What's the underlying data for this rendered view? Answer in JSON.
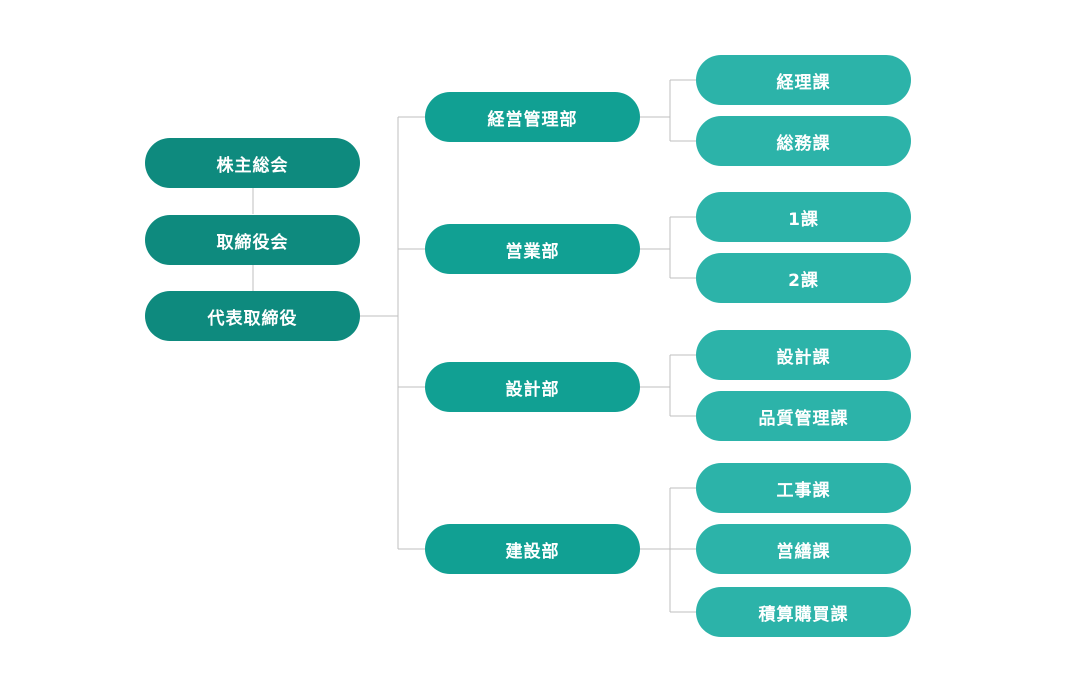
{
  "colors": {
    "executive": "#0e8a7e",
    "department": "#11a093",
    "section": "#2cb3a9",
    "connector": "#bfbfbf"
  },
  "executive": [
    "株主総会",
    "取締役会",
    "代表取締役"
  ],
  "departments": [
    {
      "name": "経営管理部",
      "sections": [
        "経理課",
        "総務課"
      ]
    },
    {
      "name": "営業部",
      "sections": [
        "1課",
        "2課"
      ]
    },
    {
      "name": "設計部",
      "sections": [
        "設計課",
        "品質管理課"
      ]
    },
    {
      "name": "建設部",
      "sections": [
        "工事課",
        "営繕課",
        "積算購買課"
      ]
    }
  ]
}
